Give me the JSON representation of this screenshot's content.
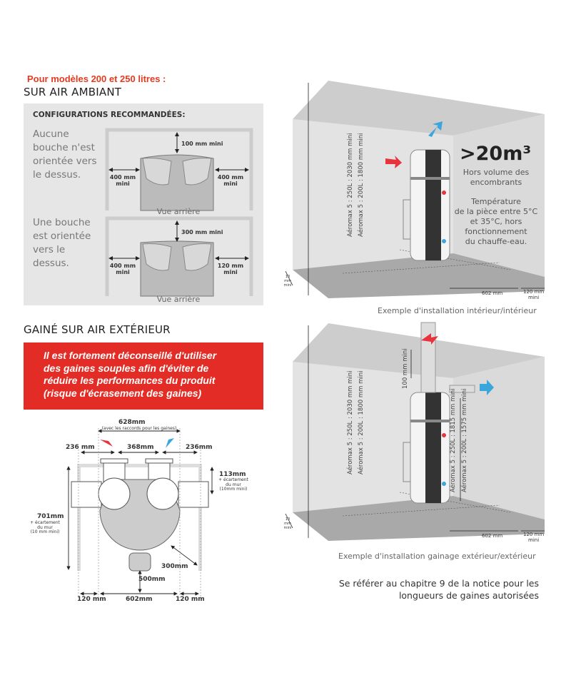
{
  "header": {
    "models": "Pour modèles 200 et 250 litres :",
    "section1": "SUR AIR AMBIANT",
    "section2": "GAINÉ SUR AIR EXTÉRIEUR"
  },
  "ambiant": {
    "heading": "CONFIGURATIONS RECOMMANDÉES:",
    "config1": {
      "text": [
        "Aucune",
        "bouche n'est",
        "orientée vers",
        "le dessus."
      ],
      "top": "100 mm mini",
      "left": [
        "400 mm",
        "mini"
      ],
      "right": [
        "400 mm",
        "mini"
      ],
      "caption": "Vue arrière"
    },
    "config2": {
      "text": [
        "Une bouche",
        "est orientée",
        "vers le",
        "dessus."
      ],
      "top": "300 mm mini",
      "left": [
        "400 mm",
        "mini"
      ],
      "right": [
        "120 mm",
        "mini"
      ],
      "caption": "Vue arrière"
    }
  },
  "warning": [
    "Il est fortement déconseillé d'utiliser",
    "des gaines souples afin d'éviter de",
    "réduire les performances du produit",
    "(risque d'écrasement des gaines)"
  ],
  "plan": {
    "width_total": "628mm",
    "width_note": "(avec les raccords pour les gaines)",
    "left_gap": "236 mm",
    "center": "368mm",
    "right_gap": "236mm",
    "depth_top": "113mm",
    "depth_top_note": [
      "+ écartement",
      "du mur",
      "(10mm mini)"
    ],
    "depth": "701mm",
    "depth_note": [
      "+ écartement",
      "du mur",
      "(10 mm mini)"
    ],
    "diag": "300mm",
    "front": "500mm",
    "bottom": [
      "120 mm",
      "602mm",
      "120 mm"
    ]
  },
  "room1": {
    "height_250": "Aéromax 5 : 250L : 2030 mm mini",
    "height_200": "Aéromax 5 : 200L : 1800 mm mini",
    "volume": ">20m³",
    "volume_note": [
      "Hors volume des",
      "encombrants"
    ],
    "temp_note": [
      "Température",
      "de la pièce entre 5°C",
      "et 35°C, hors",
      "fonctionnement",
      "du chauffe-eau."
    ],
    "floor_side": "10 mm mini",
    "floor_width": "602 mm",
    "floor_gap": [
      "120 mm",
      "mini"
    ],
    "caption": "Exemple d'installation intérieur/intérieur"
  },
  "room2": {
    "height_250": "Aéromax 5 : 250L : 2030 mm mini",
    "height_200": "Aéromax 5 : 200L : 1800 mm mini",
    "duct_gap": "100 mm mini",
    "outlet_250": "Aéromax 5 : 250L : 1815 mm mini",
    "outlet_200": "Aéromax 5 : 200L : 1575 mm mini",
    "floor_side": "10 mm mini",
    "floor_width": "602 mm",
    "floor_gap": [
      "120 mm",
      "mini"
    ],
    "caption": "Exemple d'installation gainage extérieur/extérieur"
  },
  "note": [
    "Se référer au chapitre 9 de la notice pour les",
    "longueurs de gaines autorisées"
  ],
  "colors": {
    "red": "#e32c25",
    "title_red": "#e53a1f",
    "air_in": "#e8323c",
    "air_out": "#3aa6dc"
  }
}
